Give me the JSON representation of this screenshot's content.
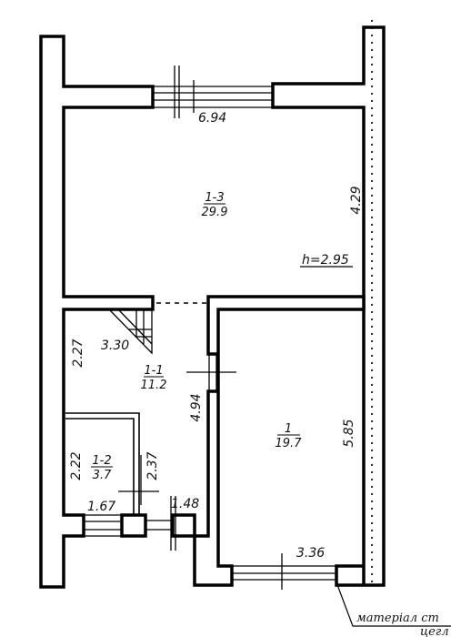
{
  "rooms": {
    "r13": {
      "number": "1-3",
      "area": "29.9"
    },
    "r11": {
      "number": "1-1",
      "area": "11.2"
    },
    "r12": {
      "number": "1-2",
      "area": "3.7"
    },
    "r1": {
      "number": "1",
      "area": "19.7"
    }
  },
  "dimensions": {
    "top_width": "6.94",
    "right_upper": "4.29",
    "ceiling_height": "h=2.95",
    "stair": "3.30",
    "hall_left": "2.27",
    "hall_mid": "4.94",
    "garage_height": "5.85",
    "small_left": "2.22",
    "small_right": "2.37",
    "bottom_left": "1.67",
    "bottom_mid": "1.48",
    "garage_width": "3.36"
  },
  "note": {
    "line1": "матеріал ст",
    "line2": "цегл"
  }
}
